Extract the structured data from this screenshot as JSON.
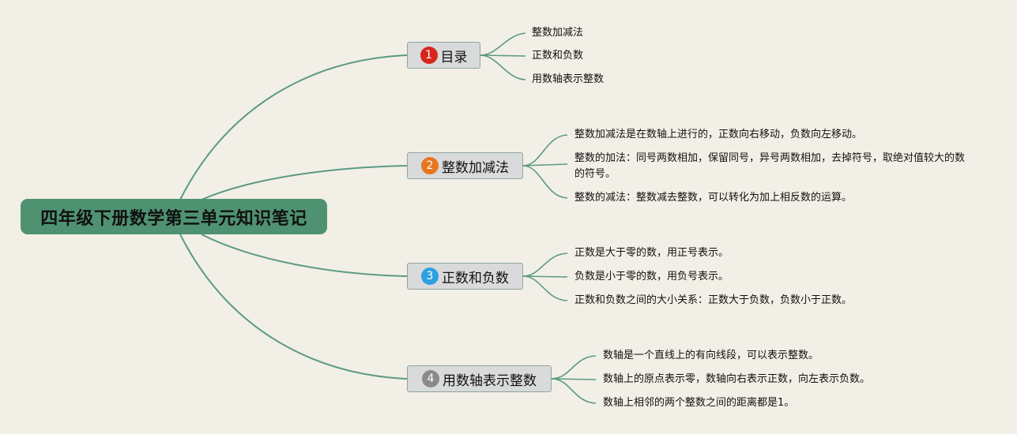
{
  "root": {
    "title": "四年级下册数学第三单元知识笔记"
  },
  "colors": {
    "root": "#4f9272",
    "line": "#5b9a84",
    "background": "#f2efe6"
  },
  "branches": [
    {
      "num": "1",
      "label": "目录",
      "badge_color": "#d7261c",
      "leaves": [
        "整数加减法",
        "正数和负数",
        "用数轴表示整数"
      ]
    },
    {
      "num": "2",
      "label": "整数加减法",
      "badge_color": "#e8761e",
      "leaves": [
        "整数加减法是在数轴上进行的，正数向右移动，负数向左移动。",
        "整数的加法：同号两数相加，保留同号，异号两数相加，去掉符号，取绝对值较大的数的符号。",
        "整数的减法：整数减去整数，可以转化为加上相反数的运算。"
      ]
    },
    {
      "num": "3",
      "label": "正数和负数",
      "badge_color": "#2f9fe0",
      "leaves": [
        "正数是大于零的数，用正号表示。",
        "负数是小于零的数，用负号表示。",
        "正数和负数之间的大小关系：正数大于负数，负数小于正数。"
      ]
    },
    {
      "num": "4",
      "label": "用数轴表示整数",
      "badge_color": "#8a8a8a",
      "leaves": [
        "数轴是一个直线上的有向线段，可以表示整数。",
        "数轴上的原点表示零，数轴向右表示正数，向左表示负数。",
        "数轴上相邻的两个整数之间的距离都是1。"
      ]
    }
  ]
}
